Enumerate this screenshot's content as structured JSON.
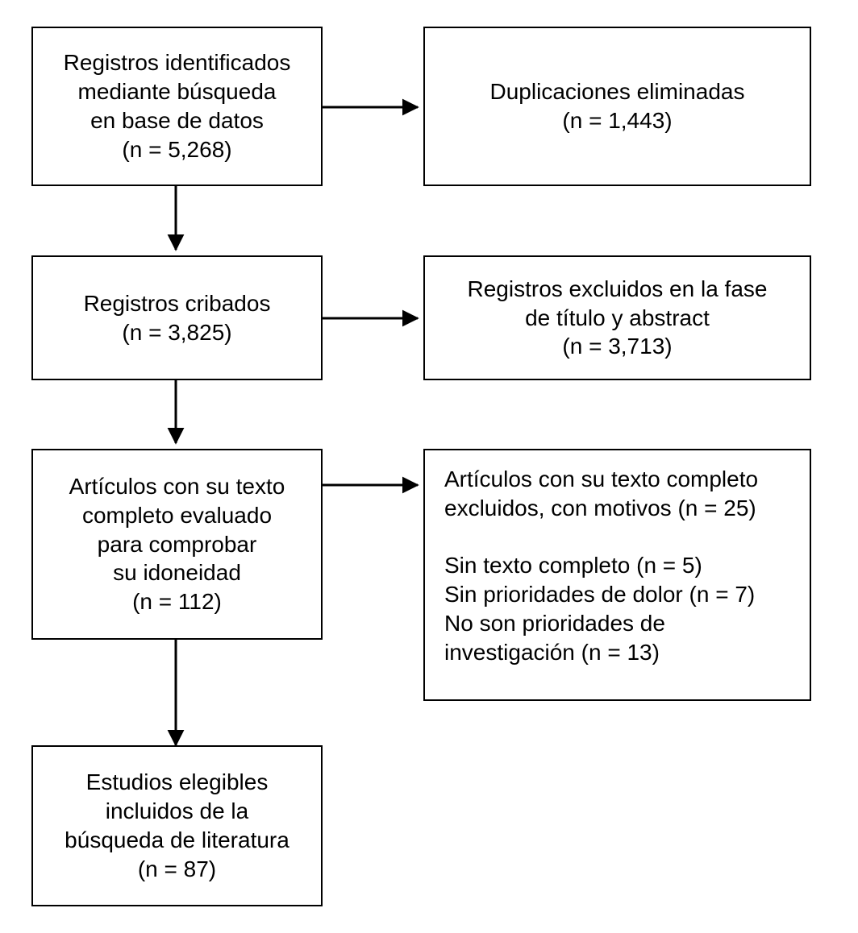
{
  "diagram": {
    "type": "prisma-flow-diagram",
    "language": "es",
    "background_color": "#ffffff",
    "line_color": "#000000",
    "text_color": "#000000",
    "boxes": [
      {
        "id": "records-identified",
        "text": "Registros identificados\nmediante búsqueda\nen base de datos\n(n = 5,268)",
        "count": "5,268",
        "align": "center"
      },
      {
        "id": "duplicates-removed",
        "text": "Duplicaciones eliminadas\n(n = 1,443)",
        "count": "1,443",
        "align": "center"
      },
      {
        "id": "records-screened",
        "text": "Registros cribados\n(n = 3,825)",
        "count": "3,825",
        "align": "center"
      },
      {
        "id": "records-excluded-screening",
        "text": "Registros excluidos en la fase\nde título y abstract\n(n = 3,713)",
        "count": "3,713",
        "align": "center"
      },
      {
        "id": "fulltext-assessed",
        "text": "Artículos con su texto\ncompleto evaluado\npara comprobar\nsu idoneidad\n(n = 112)",
        "count": "112",
        "align": "center"
      },
      {
        "id": "fulltext-excluded",
        "text": "Artículos con su texto completo\nexcluidos, con motivos (n = 25)\n\nSin texto completo (n = 5)\nSin prioridades de dolor (n = 7)\nNo son prioridades de\ninvestigación (n = 13)",
        "count": "25",
        "align": "left",
        "reasons": [
          {
            "label": "Sin texto completo",
            "count": "5"
          },
          {
            "label": "Sin prioridades de dolor",
            "count": "7"
          },
          {
            "label": "No son prioridades de investigación",
            "count": "13"
          }
        ]
      },
      {
        "id": "studies-included",
        "text": "Estudios elegibles\nincluidos de la\nbúsqueda de literatura\n(n = 87)",
        "count": "87",
        "align": "center"
      }
    ],
    "connectors": [
      {
        "id": "identified-to-duplicates",
        "direction": "right"
      },
      {
        "id": "identified-to-screened",
        "direction": "down"
      },
      {
        "id": "screened-to-excluded",
        "direction": "right"
      },
      {
        "id": "screened-to-fulltext",
        "direction": "down"
      },
      {
        "id": "fulltext-to-excluded",
        "direction": "right"
      },
      {
        "id": "fulltext-to-included",
        "direction": "down"
      }
    ]
  }
}
